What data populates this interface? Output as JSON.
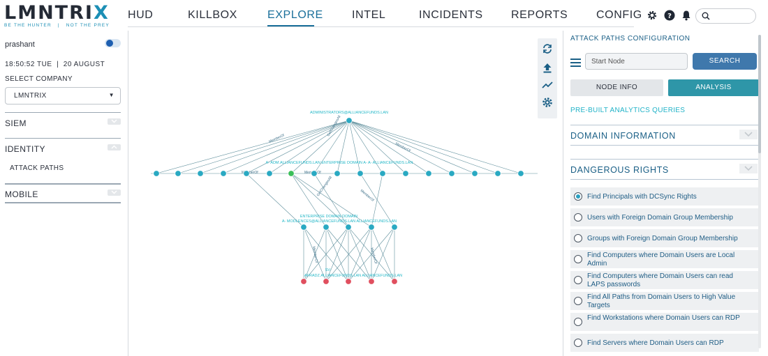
{
  "brand": {
    "logo_main": "LMNTRI",
    "logo_x": "X",
    "tagline": "BE THE HUNTER   |   NOT THE PREY"
  },
  "nav": {
    "items": [
      "HUD",
      "KILLBOX",
      "EXPLORE",
      "INTEL",
      "INCIDENTS",
      "REPORTS",
      "CONFIG"
    ],
    "active": "EXPLORE"
  },
  "header_icons": [
    "gear-icon",
    "help-icon",
    "bell-icon",
    "search-icon"
  ],
  "sidebar": {
    "username": "prashant",
    "time": "18:50:52",
    "day": "TUE",
    "date": "20 AUGUST",
    "select_company_label": "SELECT COMPANY",
    "company": "LMNTRIX",
    "sections": {
      "siem": "SIEM",
      "identity": "IDENTITY",
      "identity_sub": "ATTACK PATHS",
      "mobile": "MOBILE"
    }
  },
  "graph": {
    "root_label": "ADMINISTRATORS@ALLIANCEFUNDS.LAN",
    "mid_label": "ENTERPRISE DOMAIN   DOMAIN",
    "mid_label2": "A-  MODLENCES@ALLIANCEFUNDS.LAN   ALLIANCEFUNDS.LAN",
    "bottom_label": "AFRADZ.ALLIANCEFUNDS.LAN   ALLIANCEFUNDS.LAN",
    "bottom_label2": "SV-",
    "row1_label": "A-   ADM.ALLIANCEFUNDS.LAN   ENTERPRISE   DOMAIN   A-   A-   ALLIANCEFUNDS.LAN",
    "edge_label": "MemberOf",
    "edge_label2": "GetChangesAll",
    "node_color": "#2aa9c2",
    "node_ok_color": "#3bbf59",
    "node_alert_color": "#e04f5f"
  },
  "toolbar": [
    "refresh-icon",
    "upload-icon",
    "trend-icon",
    "settings-icon"
  ],
  "panel": {
    "title": "ATTACK PATHS CONFIGURATION",
    "start_node_placeholder": "Start Node",
    "search_label": "SEARCH",
    "tab_node_info": "NODE INFO",
    "tab_analysis": "ANALYSIS",
    "prebuilt_label": "PRE-BUILT ANALYTICS QUERIES",
    "domain_info": "DOMAIN INFORMATION",
    "dangerous_rights": "DANGEROUS RIGHTS",
    "queries": [
      "Find Principals with DCSync Rights",
      "Users with Foreign Domain Group Membership",
      "Groups with Foreign Domain Group Membership",
      "Find Computers where Domain Users are Local Admin",
      "Find Computers where Domain Users can read LAPS passwords",
      "Find All Paths from Domain Users to High Value Targets",
      "Find Workstations where Domain Users can RDP",
      "Find Servers where Domain Users can RDP"
    ],
    "selected_query_index": 0
  },
  "colors": {
    "accent": "#1a6f9a",
    "search_button": "#3f78ac",
    "analysis_tab": "#2e96a8",
    "link_cyan": "#22b3c8"
  }
}
